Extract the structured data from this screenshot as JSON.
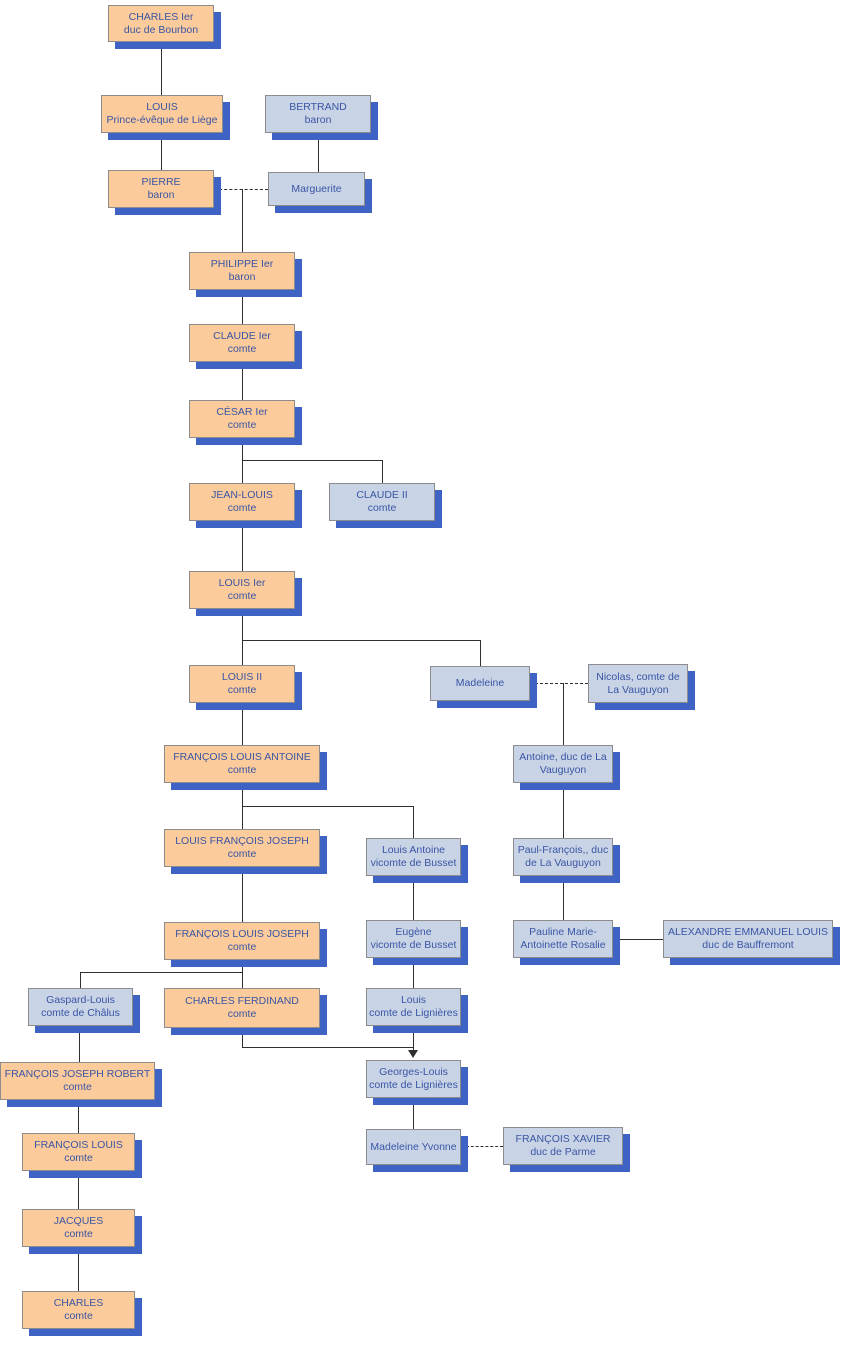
{
  "diagram": {
    "kind": "family-tree",
    "colors": {
      "main_line_fill": "#FBCB9B",
      "relative_fill": "#C8D4E6",
      "shadow": "#3E63C5",
      "text": "#3A55A4",
      "connector": "#2f2f2f"
    }
  },
  "nodes": [
    {
      "id": "charles-1er-bourbon",
      "type": "main",
      "line1": "CHARLES Ier",
      "line2": "duc de Bourbon"
    },
    {
      "id": "louis-prince-eveque",
      "type": "main",
      "line1": "LOUIS",
      "line2": "Prince-évêque de Liège"
    },
    {
      "id": "bertrand",
      "type": "other",
      "line1": "BERTRAND",
      "line2": "baron"
    },
    {
      "id": "pierre",
      "type": "main",
      "line1": "PIERRE",
      "line2": "baron"
    },
    {
      "id": "marguerite",
      "type": "other",
      "line1": "Marguerite",
      "line2": ""
    },
    {
      "id": "philippe-1er",
      "type": "main",
      "line1": "PHILIPPE Ier",
      "line2": "baron"
    },
    {
      "id": "claude-1er",
      "type": "main",
      "line1": "CLAUDE Ier",
      "line2": "comte"
    },
    {
      "id": "cesar-1er",
      "type": "main",
      "line1": "CÉSAR Ier",
      "line2": "comte"
    },
    {
      "id": "jean-louis",
      "type": "main",
      "line1": "JEAN-LOUIS",
      "line2": "comte"
    },
    {
      "id": "claude-2",
      "type": "other",
      "line1": "CLAUDE II",
      "line2": "comte"
    },
    {
      "id": "louis-1er",
      "type": "main",
      "line1": "LOUIS Ier",
      "line2": "comte"
    },
    {
      "id": "louis-2",
      "type": "main",
      "line1": "LOUIS II",
      "line2": "comte"
    },
    {
      "id": "madeleine",
      "type": "other",
      "line1": "Madeleine",
      "line2": ""
    },
    {
      "id": "nicolas-la-vauguyon",
      "type": "other",
      "line1": "Nicolas, comte de",
      "line2": "La Vauguyon"
    },
    {
      "id": "francois-louis-antoine",
      "type": "main",
      "line1": "FRANÇOIS LOUIS ANTOINE",
      "line2": "comte"
    },
    {
      "id": "antoine-la-vauguyon",
      "type": "other",
      "line1": "Antoine, duc de La",
      "line2": "Vauguyon"
    },
    {
      "id": "louis-francois-joseph",
      "type": "main",
      "line1": "LOUIS FRANÇOIS JOSEPH",
      "line2": "comte"
    },
    {
      "id": "louis-antoine-busset",
      "type": "other",
      "line1": "Louis Antoine",
      "line2": "vicomte de Busset"
    },
    {
      "id": "paul-francois-vauguyon",
      "type": "other",
      "line1": "Paul-François,, duc",
      "line2": "de La Vauguyon"
    },
    {
      "id": "francois-louis-joseph",
      "type": "main",
      "line1": "FRANÇOIS LOUIS JOSEPH",
      "line2": "comte"
    },
    {
      "id": "eugene-busset",
      "type": "other",
      "line1": "Eugène",
      "line2": "vicomte de Busset"
    },
    {
      "id": "pauline-marie",
      "type": "other",
      "line1": "Pauline Marie-",
      "line2": "Antoinette Rosalie"
    },
    {
      "id": "alexandre-emmanuel-louis",
      "type": "other",
      "line1": "ALEXANDRE EMMANUEL LOUIS",
      "line2": "duc de Bauffremont"
    },
    {
      "id": "gaspard-louis",
      "type": "other",
      "line1": "Gaspard-Louis",
      "line2": "comte de Châlus"
    },
    {
      "id": "charles-ferdinand",
      "type": "main",
      "line1": "CHARLES FERDINAND",
      "line2": "comte"
    },
    {
      "id": "louis-lignieres",
      "type": "other",
      "line1": "Louis",
      "line2": "comte de Lignières"
    },
    {
      "id": "francois-joseph-robert",
      "type": "main",
      "line1": "FRANÇOIS JOSEPH ROBERT",
      "line2": "comte"
    },
    {
      "id": "georges-louis-lignieres",
      "type": "other",
      "line1": "Georges-Louis",
      "line2": "comte de Lignières"
    },
    {
      "id": "francois-louis",
      "type": "main",
      "line1": "FRANÇOIS LOUIS",
      "line2": "comte"
    },
    {
      "id": "madeleine-yvonne",
      "type": "other",
      "line1": "Madeleine Yvonne",
      "line2": ""
    },
    {
      "id": "francois-xavier-parme",
      "type": "other",
      "line1": "FRANÇOIS XAVIER",
      "line2": "duc de Parme"
    },
    {
      "id": "jacques",
      "type": "main",
      "line1": "JACQUES",
      "line2": "comte"
    },
    {
      "id": "charles",
      "type": "main",
      "line1": "CHARLES",
      "line2": "comte"
    }
  ]
}
